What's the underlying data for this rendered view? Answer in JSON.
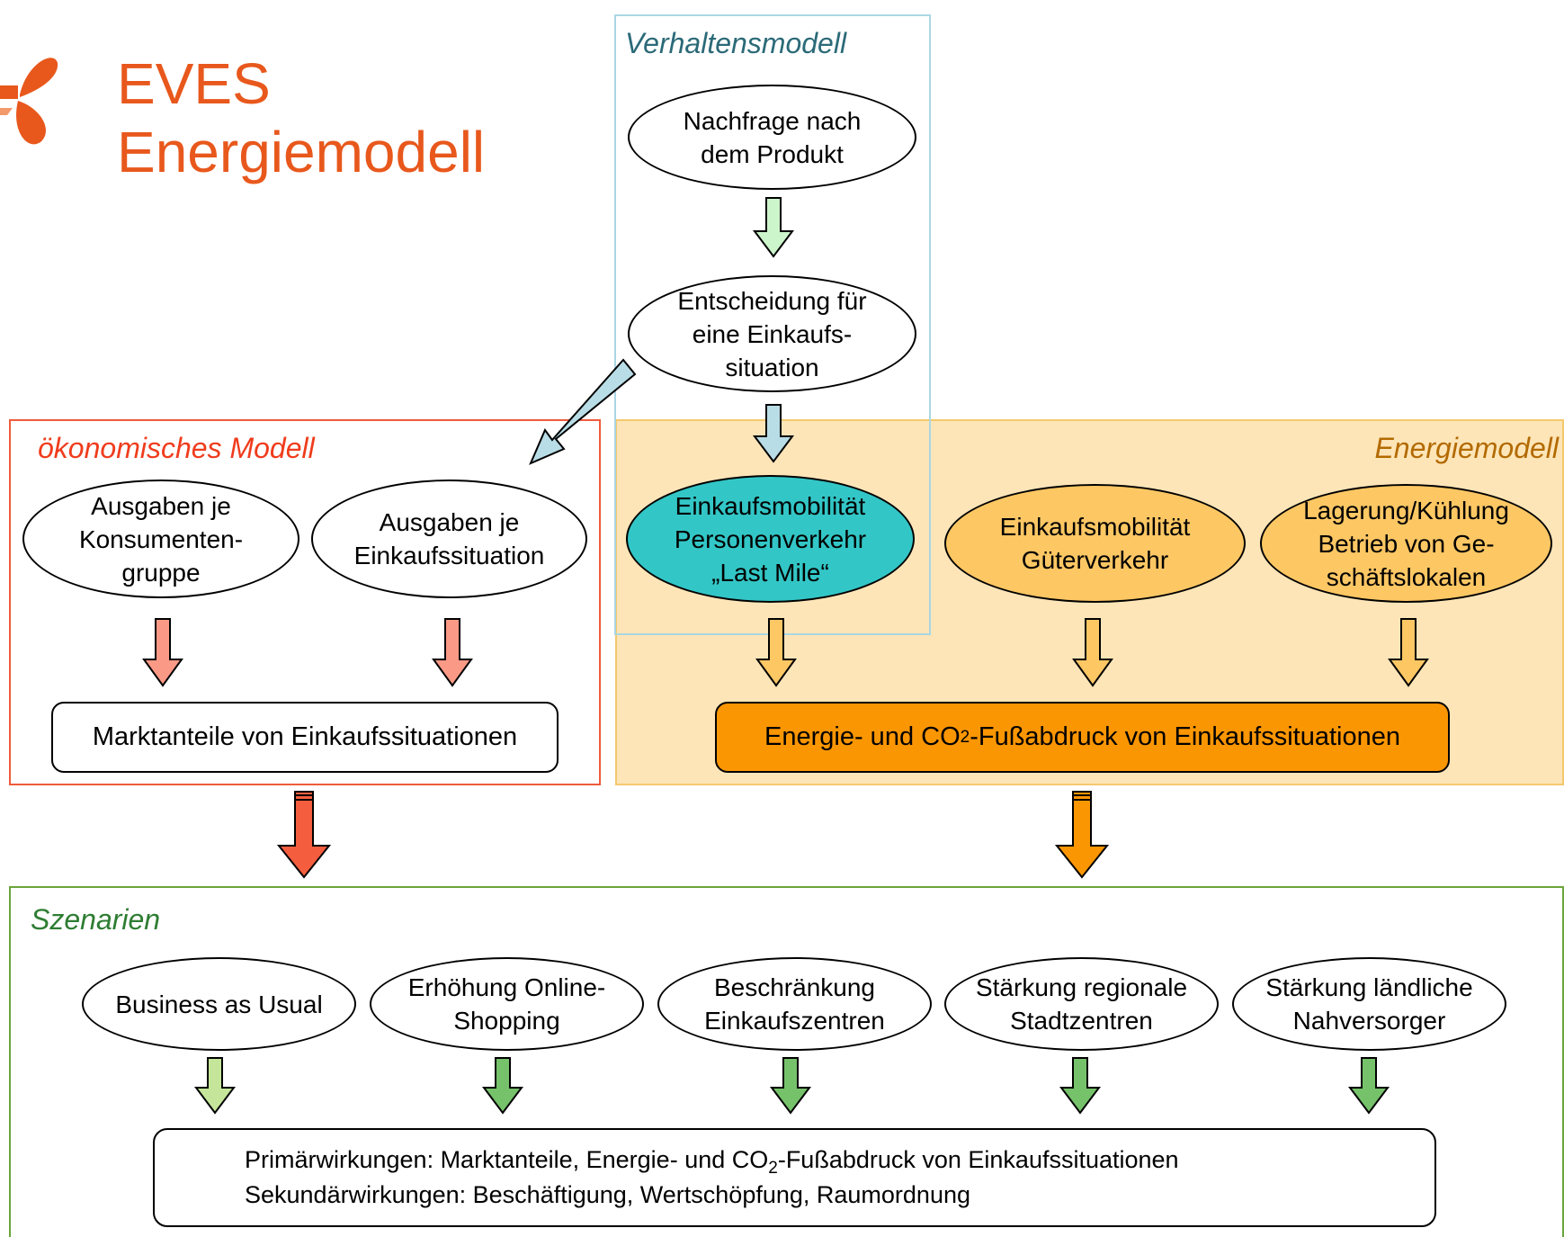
{
  "header": {
    "title_line1": "EVES",
    "title_line2": "Energiemodell",
    "logo_icon": "eves-logo-icon"
  },
  "colors": {
    "title": "#e8581c",
    "behavior_border": "#a9d7e3",
    "economic_border": "#ef5b3c",
    "energy_fill": "#fde5b8",
    "energy_border": "#f5c86e",
    "scenario_border": "#6aa53c",
    "cyan_ellipse": "#33c6c6",
    "orange_ellipse": "#fdc764",
    "orange_rect": "#fb9603"
  },
  "behavior_model": {
    "label": "Verhaltensmodell",
    "node1": "Nachfrage nach\ndem Produkt",
    "node2": "Entscheidung für\neine Einkaufs-\nsituation"
  },
  "economic_model": {
    "label": "ökonomisches Modell",
    "node1": "Ausgaben je\nKonsumenten-\ngruppe",
    "node2": "Ausgaben je\nEinkaufssituation",
    "result": "Marktanteile von Einkaufssituationen"
  },
  "energy_model": {
    "label": "Energiemodell",
    "node1": "Einkaufsmobilität\nPersonenverkehr\n„Last Mile“",
    "node2": "Einkaufsmobilität\nGüterverkehr",
    "node3": "Lagerung/Kühlung\nBetrieb von Ge-\nschäftslokalen",
    "result_pre": "Energie- und CO",
    "result_sub": "2",
    "result_post": "-Fußabdruck von Einkaufssituationen"
  },
  "scenarios": {
    "label": "Szenarien",
    "items": [
      "Business as Usual",
      "Erhöhung Online-\nShopping",
      "Beschränkung\nEinkaufszentren",
      "Stärkung regionale\nStadtzentren",
      "Stärkung ländliche\nNahversorger"
    ],
    "result_line1_pre": "Primärwirkungen: Marktanteile, Energie- und CO",
    "result_line1_sub": "2",
    "result_line1_post": "-Fußabdruck von Einkaufssituationen",
    "result_line2": "Sekundärwirkungen: Beschäftigung, Wertschöpfung, Raumordnung"
  }
}
